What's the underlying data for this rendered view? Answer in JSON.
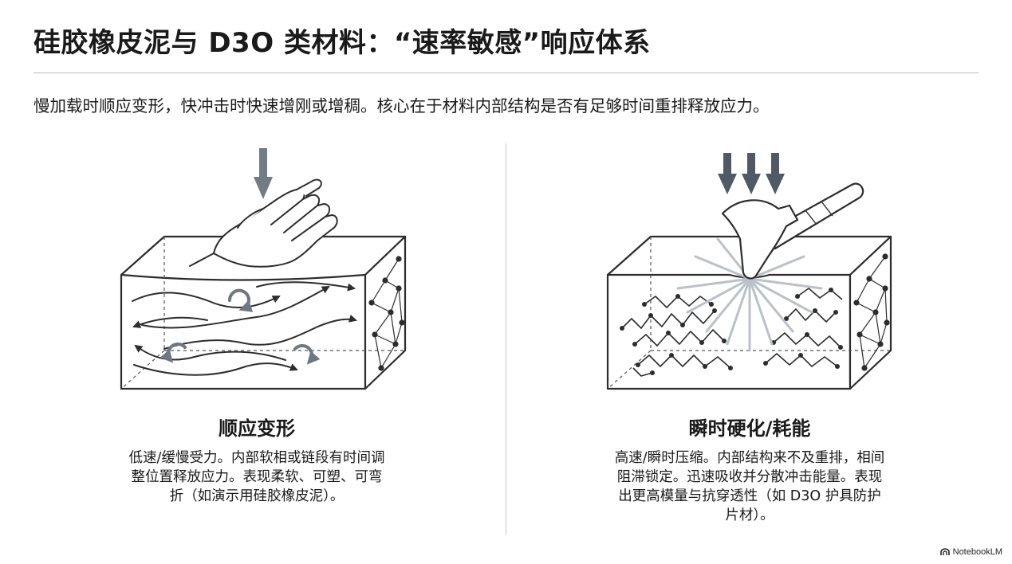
{
  "title": "硅胶橡皮泥与 D3O 类材料：“速率敏感”响应体系",
  "subtitle": "慢加载时顺应变形，快冲击时快速增刚或增稠。核心在于材料内部结构是否有足够时间重排释放应力。",
  "left_panel": {
    "heading": "顺应变形",
    "lines": [
      "低速/缓慢受力。内部软相或链段有时间调",
      "整位置释放应力。表现柔软、可塑、可弯",
      "折（如演示用硅胶橡皮泥）。"
    ]
  },
  "right_panel": {
    "heading": "瞬时硬化/耗能",
    "lines": [
      "高速/瞬时压缩。内部结构来不及重排，相间",
      "阻滞锁定。迅速吸收并分散冲击能量。表现",
      "出更高模量与抗穿透性（如 D3O 护具防护",
      "片材）。"
    ]
  },
  "brand": "NotebookLM",
  "colors": {
    "line": "#2d2d2d",
    "arrow": "#737b85",
    "rule": "#b8bcc2",
    "text": "#1a1a1a"
  },
  "icons": [
    "down-arrow-icon",
    "hand-icon",
    "hammer-icon",
    "impact-burst-icon",
    "notebooklm-logo-icon"
  ]
}
